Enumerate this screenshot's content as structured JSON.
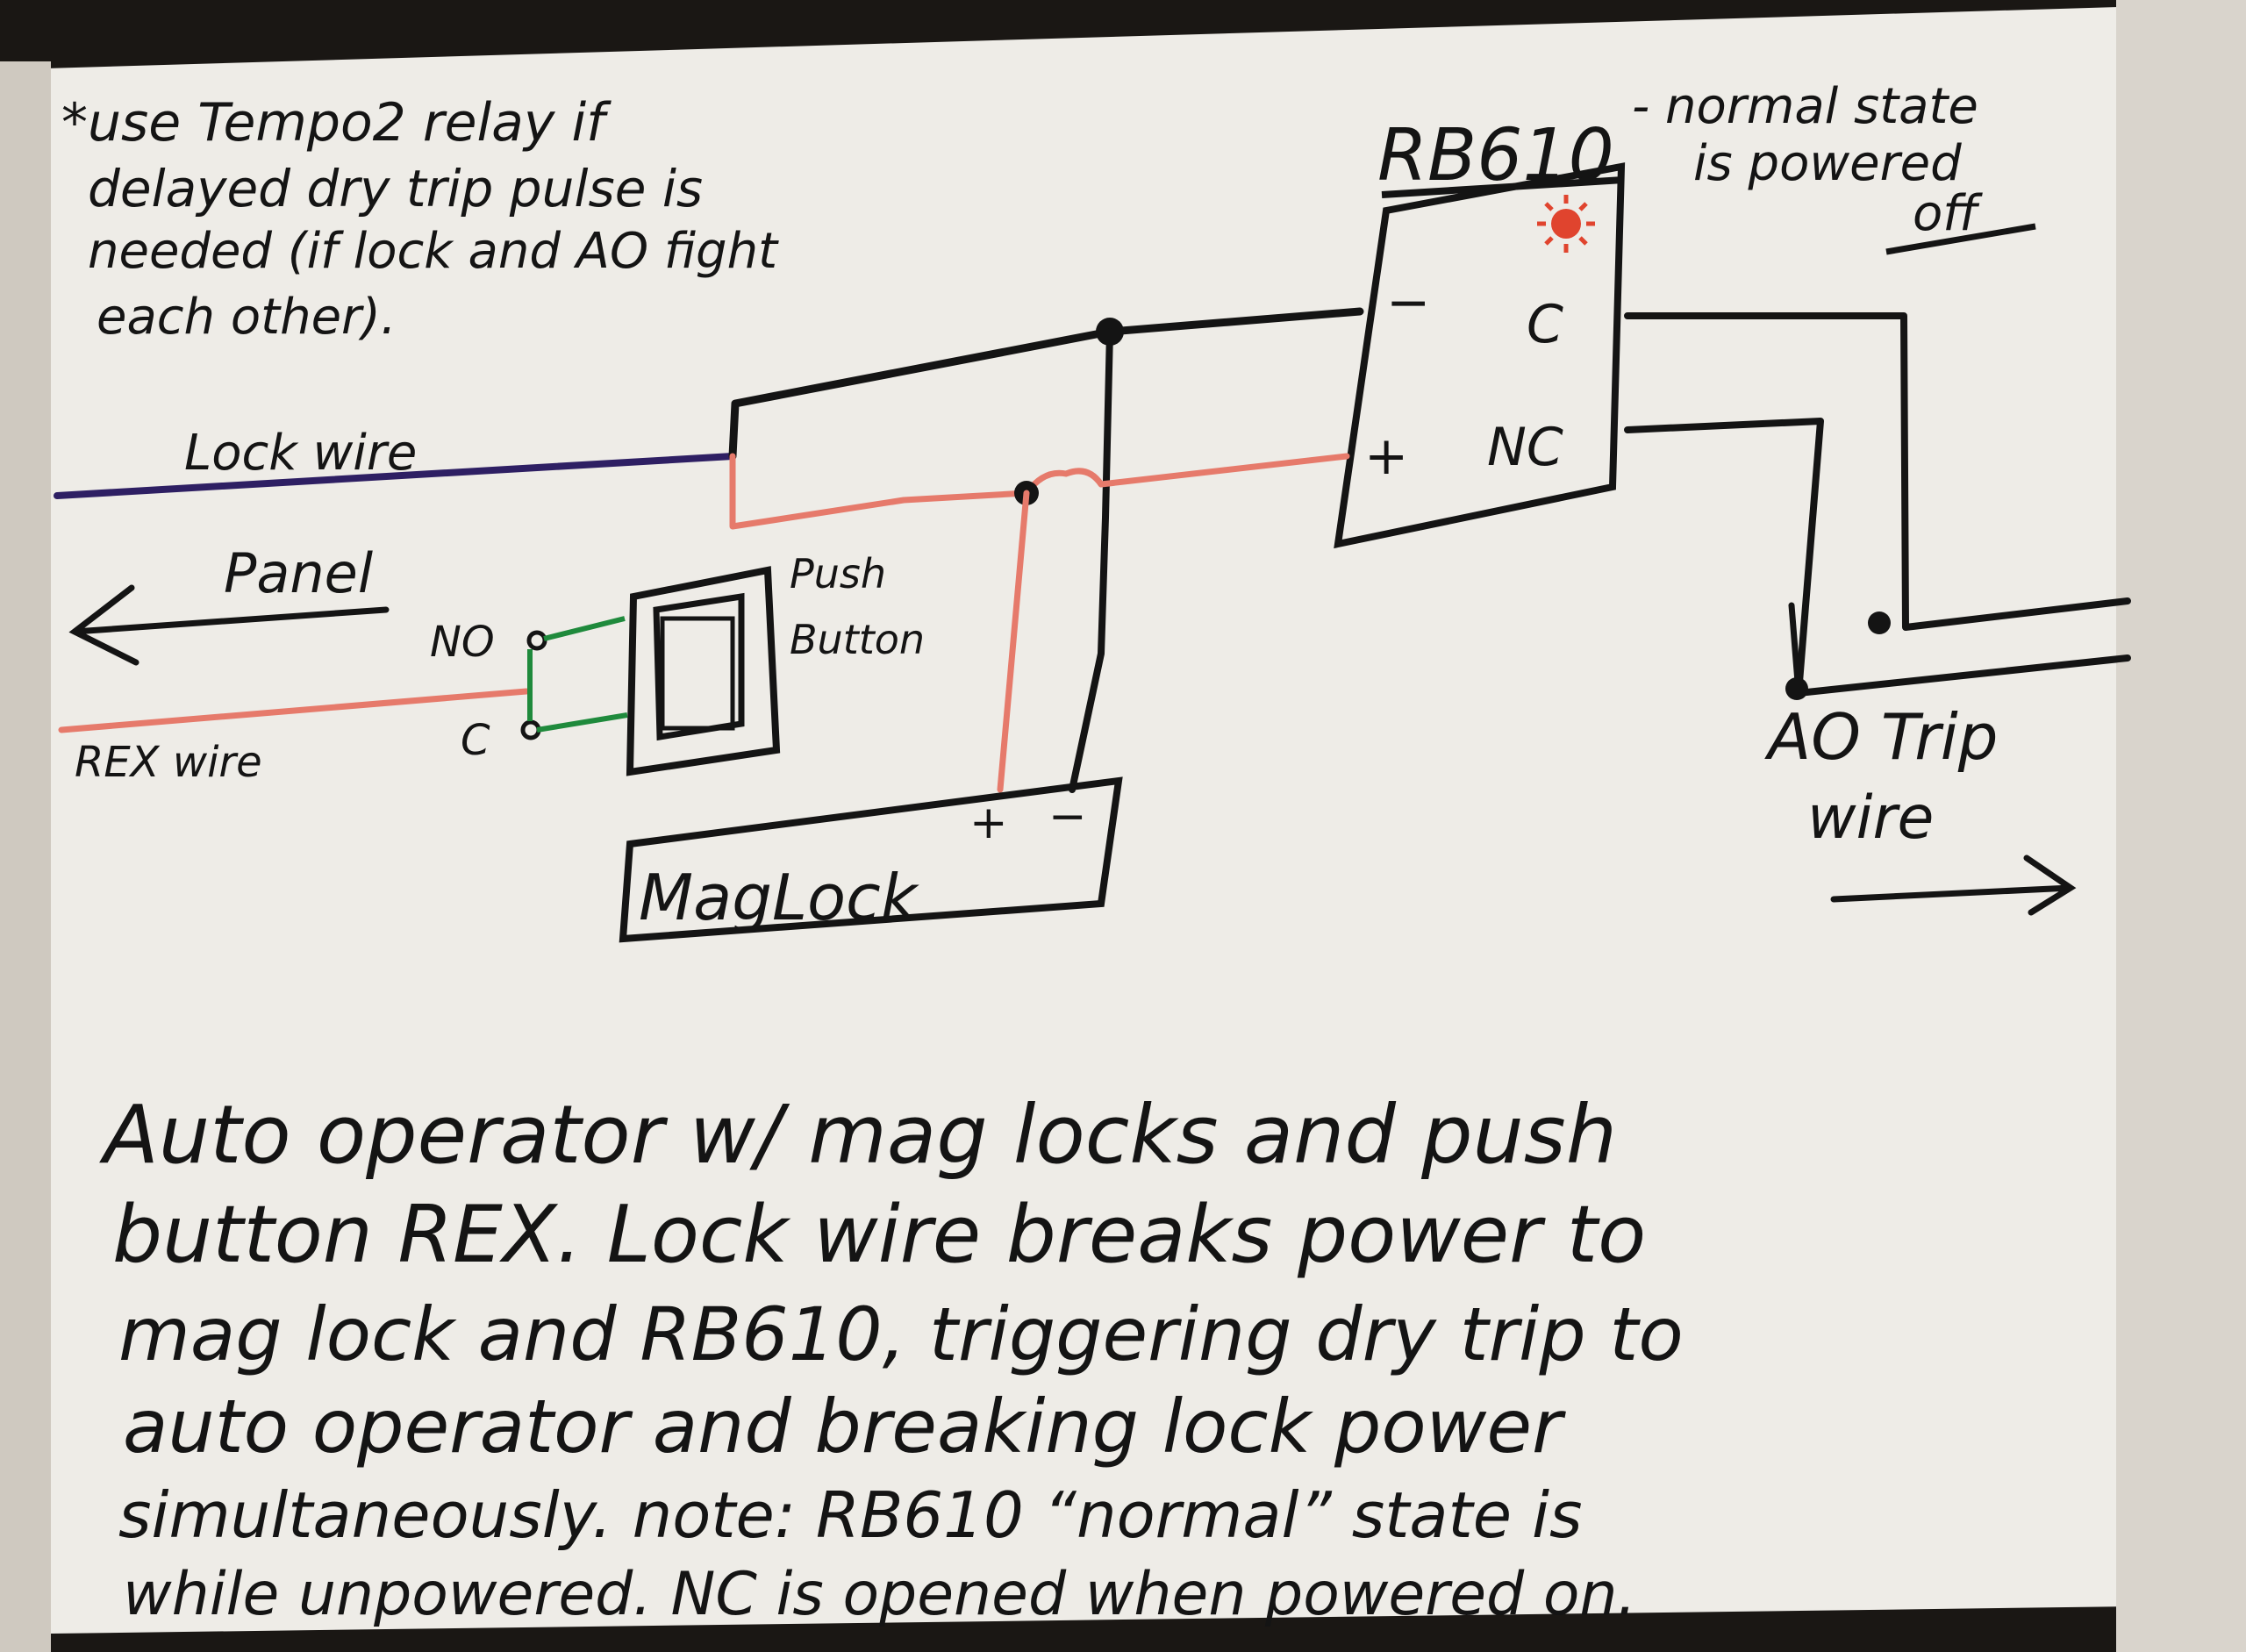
{
  "note": {
    "lines": [
      "*use Tempo2 relay if",
      "delayed dry trip pulse is",
      "needed (if lock and AO fight",
      "each other)."
    ]
  },
  "relay": {
    "title": "RB610",
    "state_note_lines": [
      "- normal state",
      "is powered",
      "off"
    ],
    "terminals": {
      "minus": "−",
      "plus": "+",
      "c": "C",
      "nc": "NC"
    }
  },
  "wires": {
    "lock_wire": "Lock wire",
    "panel": "Panel",
    "rex_wire": "REX wire",
    "ao_trip_wire_lines": [
      "AO Trip",
      "wire"
    ]
  },
  "push_button": {
    "label_lines": [
      "Push",
      "Button"
    ],
    "no": "NO",
    "c": "C"
  },
  "maglock": {
    "label": "MagLock",
    "plus": "+",
    "minus": "−"
  },
  "description": {
    "lines": [
      "Auto operator w/ mag locks and push",
      "button REX. Lock wire breaks power to",
      "mag lock and RB610, triggering dry trip to",
      "auto operator and breaking lock power",
      "simultaneously. note: RB610 “normal” state is",
      "while unpowered. NC is opened when powered on."
    ]
  },
  "colors": {
    "board": "#efede8",
    "ink": "#141414",
    "lock_wire": "#2e1f63",
    "rex_wire": "#e67a6b",
    "button_contacts": "#1f8a3c",
    "indicator": "#e0442e"
  }
}
